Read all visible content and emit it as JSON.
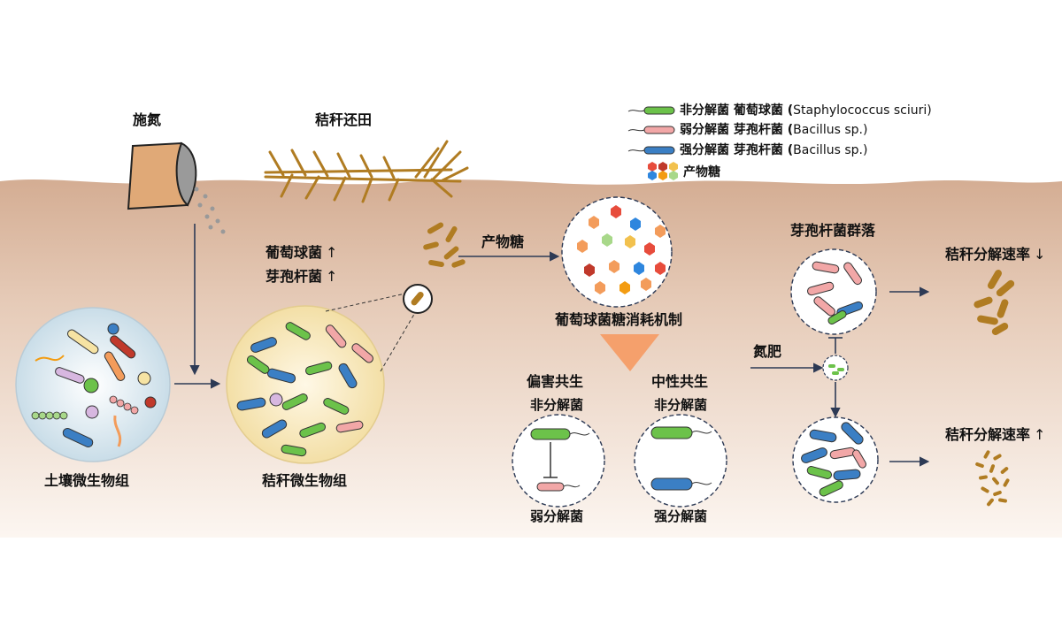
{
  "labels": {
    "fertilizer": "施氮",
    "straw_return": "秸秆还田",
    "soil_microbiome": "土壤微生物组",
    "straw_microbiome": "秸秆微生物组",
    "staph_up": "葡萄球菌",
    "bacillus_up": "芽孢杆菌",
    "up_arrow": "↑",
    "down_arrow": "↓",
    "product_sugar": "产物糖",
    "mechanism": "葡萄球菌糖消耗机制",
    "amensalism": "偏害共生",
    "neutralism": "中性共生",
    "non_decomposer_1": "非分解菌",
    "non_decomposer_2": "非分解菌",
    "weak_decomposer": "弱分解菌",
    "strong_decomposer": "强分解菌",
    "bacillus_community": "芽孢杆菌群落",
    "nitrogen_fertilizer": "氮肥",
    "rate_down": "秸秆分解速率",
    "rate_up": "秸秆分解速率"
  },
  "legend": [
    {
      "cn": "非分解菌 葡萄球菌 (",
      "sp": "Staphylococcus sciuri",
      "tail": ")",
      "color": "#6cc24a"
    },
    {
      "cn": "弱分解菌 芽孢杆菌 (",
      "sp": "Bacillus",
      "tail": " sp.)",
      "color": "#f2a7a7"
    },
    {
      "cn": "强分解菌 芽孢杆菌 (",
      "sp": "Bacillus",
      "tail": " sp.)",
      "color": "#3b7fc4"
    },
    {
      "cn": "产物糖",
      "sp": "",
      "tail": "",
      "color": "#e8a33a"
    }
  ],
  "colors": {
    "green": "#6cc24a",
    "pink": "#f2a7a7",
    "blue": "#3b7fc4",
    "straw": "#b07c22",
    "soil_top": "#d9b49a",
    "soil_bottom": "#fbf4ee",
    "arrow": "#2d3a55",
    "funnel": "#f5a06c"
  }
}
